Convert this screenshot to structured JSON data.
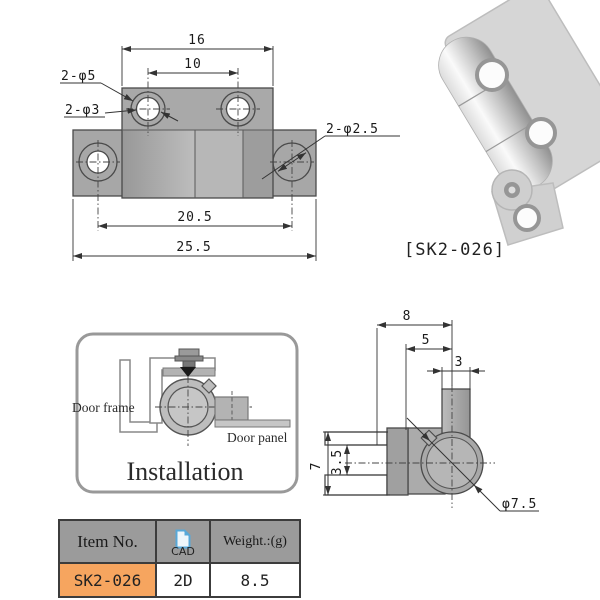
{
  "front_view": {
    "dim_width_outer": "16",
    "dim_hole_pitch_top": "10",
    "dim_hole_pitch_bottom": "20.5",
    "dim_width_total": "25.5",
    "label_outer_holes": "2-φ5",
    "label_inner_holes": "2-φ3",
    "label_ear_holes": "2-φ2.5"
  },
  "photo": {
    "caption": "[SK2-026]"
  },
  "installation": {
    "door_frame_label": "Door frame",
    "door_panel_label": "Door panel",
    "title": "Installation"
  },
  "side_view": {
    "dim_total_depth": "8",
    "dim_pivot_offset": "5",
    "dim_tab_width": "3",
    "dim_clamp_height": "7",
    "dim_slot_height": "3.5",
    "label_barrel_dia": "φ7.5"
  },
  "table": {
    "header_item": "Item No.",
    "header_cad": "CAD",
    "header_weight": "Weight.:(g)",
    "item_no": "SK2-026",
    "cad_type": "2D",
    "weight": "8.5"
  },
  "colors": {
    "accent_orange": "#f6a55f",
    "header_gray": "#9b9b9b",
    "cad_blue": "#58a8d8",
    "line": "#333333",
    "plate_gray": "#a9a9a9"
  }
}
